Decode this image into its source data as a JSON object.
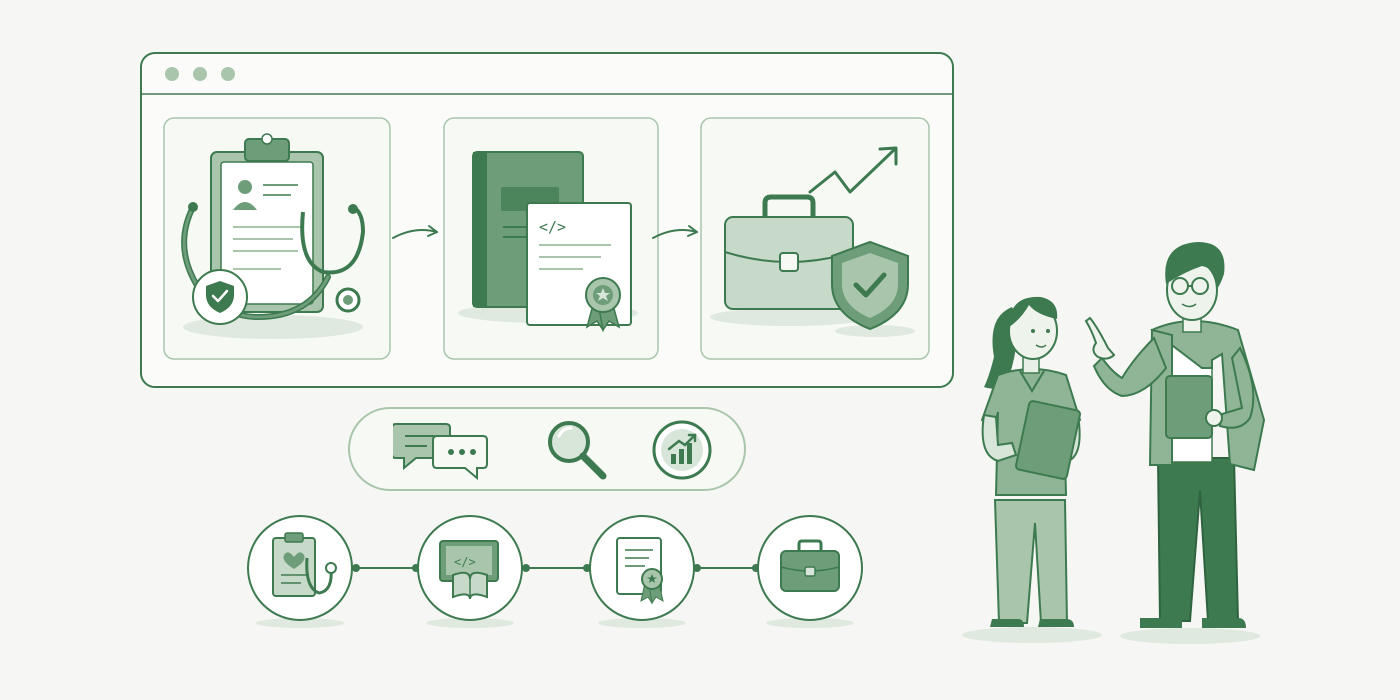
{
  "palette": {
    "background": "#f6f7f4",
    "dark_green": "#3d7a4f",
    "mid_green": "#6e9d7a",
    "light_green": "#a9c6ad",
    "pale_green": "#d8e6d9",
    "white": "#ffffff"
  },
  "browser_window": {
    "dots": [
      "window-dot",
      "window-dot",
      "window-dot"
    ],
    "steps": [
      {
        "icon": "medical-clipboard-stethoscope-icon"
      },
      {
        "icon": "book-certificate-code-icon"
      },
      {
        "icon": "briefcase-shield-growth-icon"
      }
    ],
    "connectors": [
      "right-arrow-icon",
      "right-arrow-icon"
    ]
  },
  "toolbar": {
    "icons": [
      "chat-bubbles-icon",
      "magnifier-icon",
      "growth-chart-icon"
    ]
  },
  "timeline": {
    "nodes": [
      {
        "icon": "clipboard-heart-stethoscope-icon"
      },
      {
        "icon": "laptop-book-icon"
      },
      {
        "icon": "certificate-icon"
      },
      {
        "icon": "briefcase-icon"
      }
    ]
  },
  "people": [
    {
      "role": "nurse-with-tablet"
    },
    {
      "role": "man-pointing-with-tablet"
    }
  ]
}
